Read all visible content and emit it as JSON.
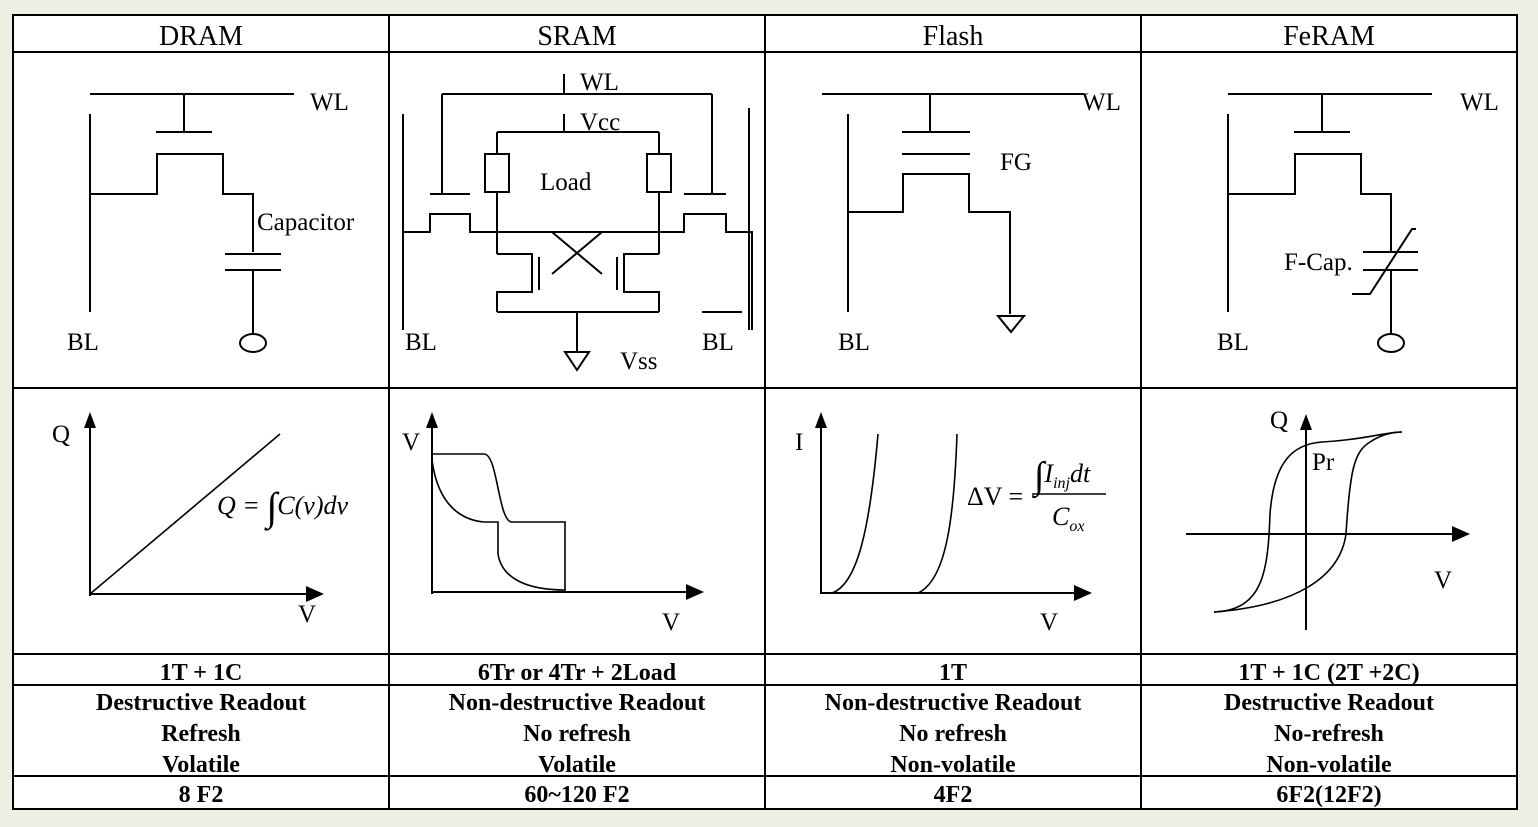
{
  "headers": [
    "DRAM",
    "SRAM",
    "Flash",
    "FeRAM"
  ],
  "circuit_labels": {
    "dram": {
      "wl": "WL",
      "bl": "BL",
      "cap": "Capacitor"
    },
    "sram": {
      "wl": "WL",
      "vcc": "Vcc",
      "load": "Load",
      "bl_left": "BL",
      "bl_right": "BL",
      "vss": "Vss"
    },
    "flash": {
      "wl": "WL",
      "fg": "FG",
      "bl": "BL"
    },
    "feram": {
      "wl": "WL",
      "fcap": "F-Cap.",
      "bl": "BL"
    }
  },
  "graph_labels": {
    "dram": {
      "y": "Q",
      "x": "V",
      "eq_lhs": "Q =",
      "eq_rhs": "C(v)dv"
    },
    "sram": {
      "y": "V",
      "x": "V"
    },
    "flash": {
      "y": "I",
      "x": "V",
      "eq_lhs": "ΔV =",
      "eq_num": "I",
      "eq_num_sub": "inj",
      "eq_num_tail": "dt",
      "eq_den": "C",
      "eq_den_sub": "ox"
    },
    "feram": {
      "y": "Q",
      "x": "V",
      "pr": "Pr"
    }
  },
  "cell_structure": [
    "1T + 1C",
    "6Tr or 4Tr + 2Load",
    "1T",
    "1T + 1C (2T +2C)"
  ],
  "properties": [
    [
      "Destructive Readout",
      "Refresh",
      "Volatile"
    ],
    [
      "Non-destructive Readout",
      "No refresh",
      "Volatile"
    ],
    [
      "Non-destructive Readout",
      "No refresh",
      "Non-volatile"
    ],
    [
      "Destructive Readout",
      "No-refresh",
      "Non-volatile"
    ]
  ],
  "cell_size": [
    "8 F2",
    "60~120 F2",
    "4F2",
    "6F2(12F2)"
  ],
  "colors": {
    "background": "#eef0e4",
    "sheet": "#ffffff",
    "ink": "#000000"
  }
}
